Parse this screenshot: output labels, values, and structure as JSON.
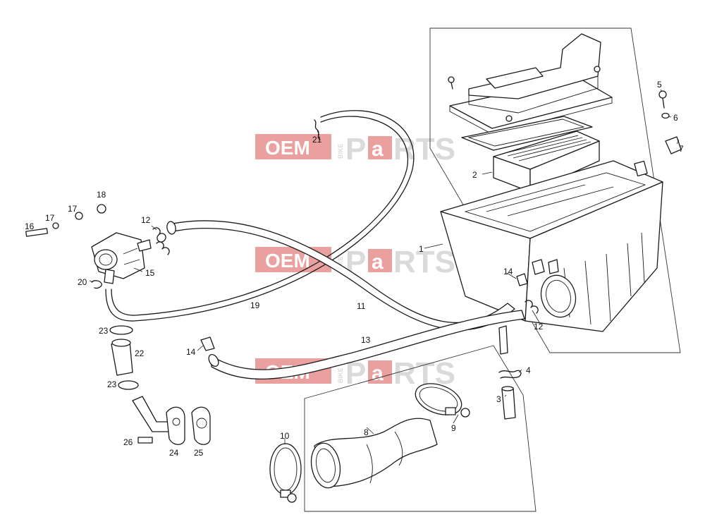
{
  "watermark": {
    "left": "OEM",
    "vertical": "BIKE",
    "right_p": "P",
    "right_a": "a",
    "right_rts": "RTS",
    "colors": {
      "red": "#d9534f",
      "grey": "#bdbdbd"
    }
  },
  "callouts": {
    "c1": "1",
    "c2": "2",
    "c3": "3",
    "c4": "4",
    "c5": "5",
    "c6": "6",
    "c7": "7",
    "c8": "8",
    "c9": "9",
    "c10": "10",
    "c11": "11",
    "c12a": "12",
    "c12b": "12",
    "c13": "13",
    "c14a": "14",
    "c14b": "14",
    "c15": "15",
    "c16": "16",
    "c17a": "17",
    "c17b": "17",
    "c18": "18",
    "c19": "19",
    "c20": "20",
    "c21": "21",
    "c22": "22",
    "c23a": "23",
    "c23b": "23",
    "c24": "24",
    "c25": "25",
    "c26": "26"
  }
}
